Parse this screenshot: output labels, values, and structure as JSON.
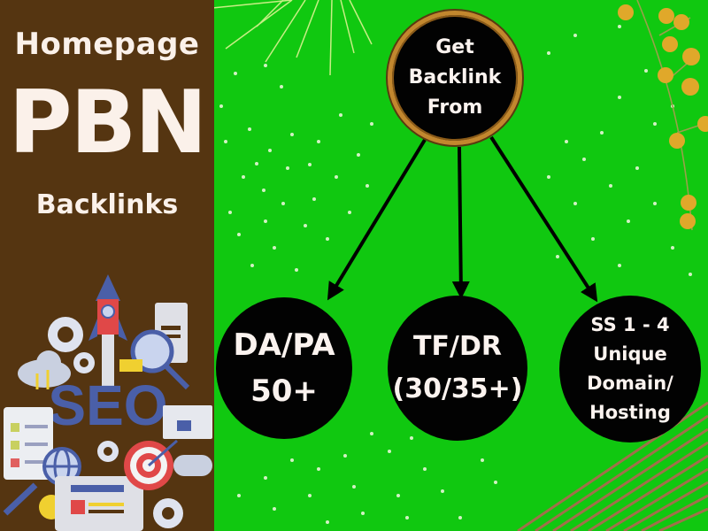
{
  "banner": {
    "title_top": "Homepage",
    "title_main": "PBN",
    "title_bottom": "Backlinks",
    "illustration_label": "SEO"
  },
  "diagram": {
    "root": {
      "lines": [
        "Get",
        "Backlink",
        "From"
      ]
    },
    "children": [
      {
        "lines": [
          "DA/PA",
          "50+"
        ]
      },
      {
        "lines": [
          "TF/DR",
          "(30/35+)"
        ]
      },
      {
        "lines": [
          "SS 1 - 4",
          "Unique",
          "Domain/",
          "Hosting"
        ]
      }
    ]
  },
  "colors": {
    "left_panel": "#553511",
    "background_green": "#10c810",
    "circle_fill": "#020202",
    "text_light": "#fbf1ea",
    "ring_gold": "#c2872e",
    "seo_blue": "#4a5fa8",
    "stripe_brown": "#a0704a"
  }
}
